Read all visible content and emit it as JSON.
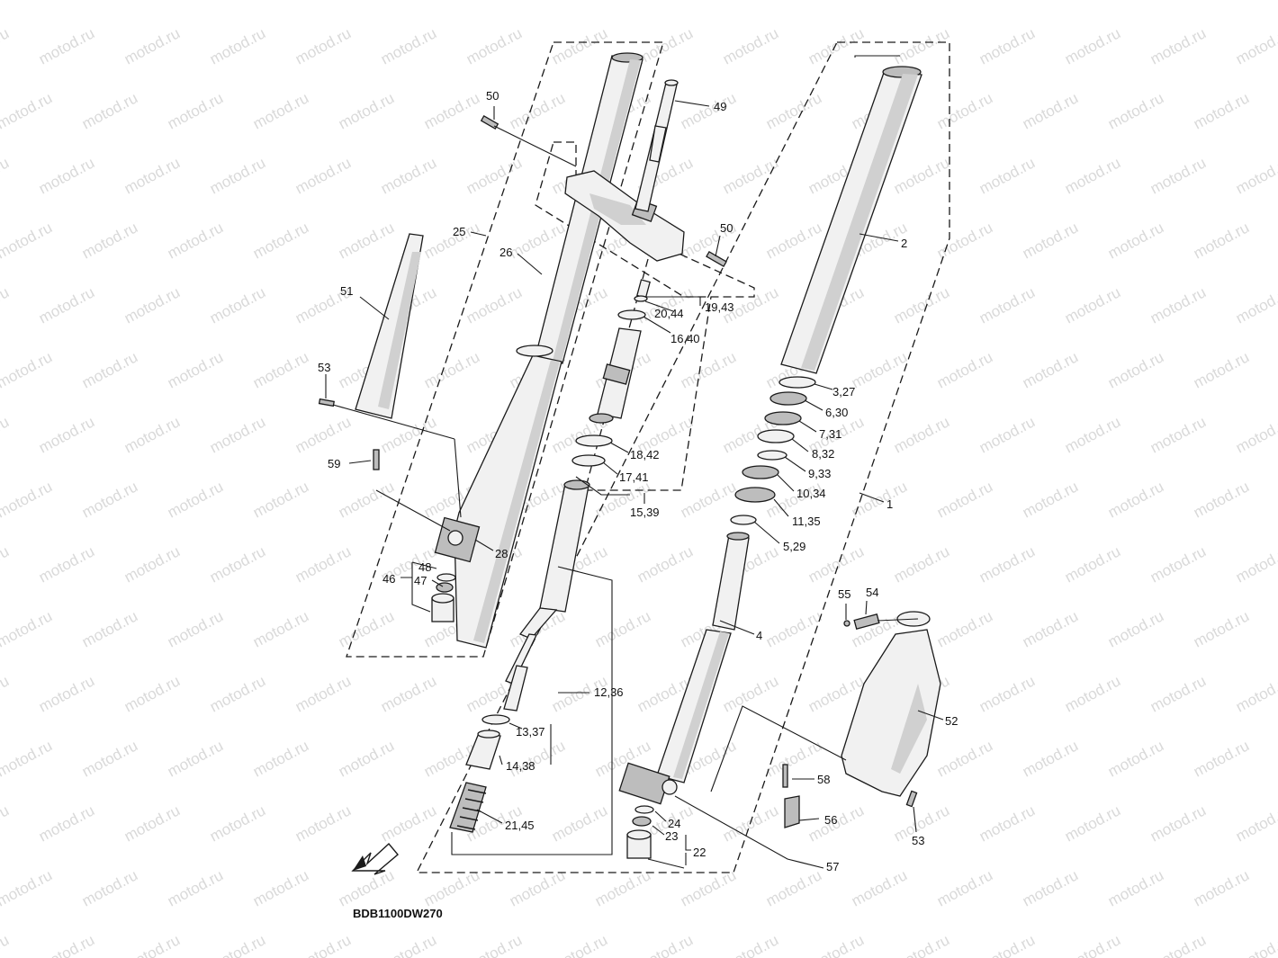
{
  "watermark": "motod.ru",
  "diagram_code": "BDB1100DW270",
  "labels": {
    "l1": "1",
    "l2": "2",
    "l3": "3,27",
    "l4": "4",
    "l5": "5,29",
    "l6": "6,30",
    "l7": "7,31",
    "l8": "8,32",
    "l9": "9,33",
    "l10": "10,34",
    "l11": "11,35",
    "l12": "12,36",
    "l13": "13,37",
    "l14": "14,38",
    "l15": "15,39",
    "l16": "16,40",
    "l17": "17,41",
    "l18": "18,42",
    "l19": "19,43",
    "l20": "20,44",
    "l21": "21,45",
    "l22": "22",
    "l23": "23",
    "l24": "24",
    "l25": "25",
    "l26": "26",
    "l28": "28",
    "l46": "46",
    "l47": "47",
    "l48": "48",
    "l49": "49",
    "l50a": "50",
    "l50b": "50",
    "l51": "51",
    "l52": "52",
    "l53a": "53",
    "l53b": "53",
    "l54": "54",
    "l55": "55",
    "l56": "56",
    "l57": "57",
    "l58": "58",
    "l59": "59"
  },
  "icons": {
    "front_arrow": "front-direction-arrow-icon"
  }
}
